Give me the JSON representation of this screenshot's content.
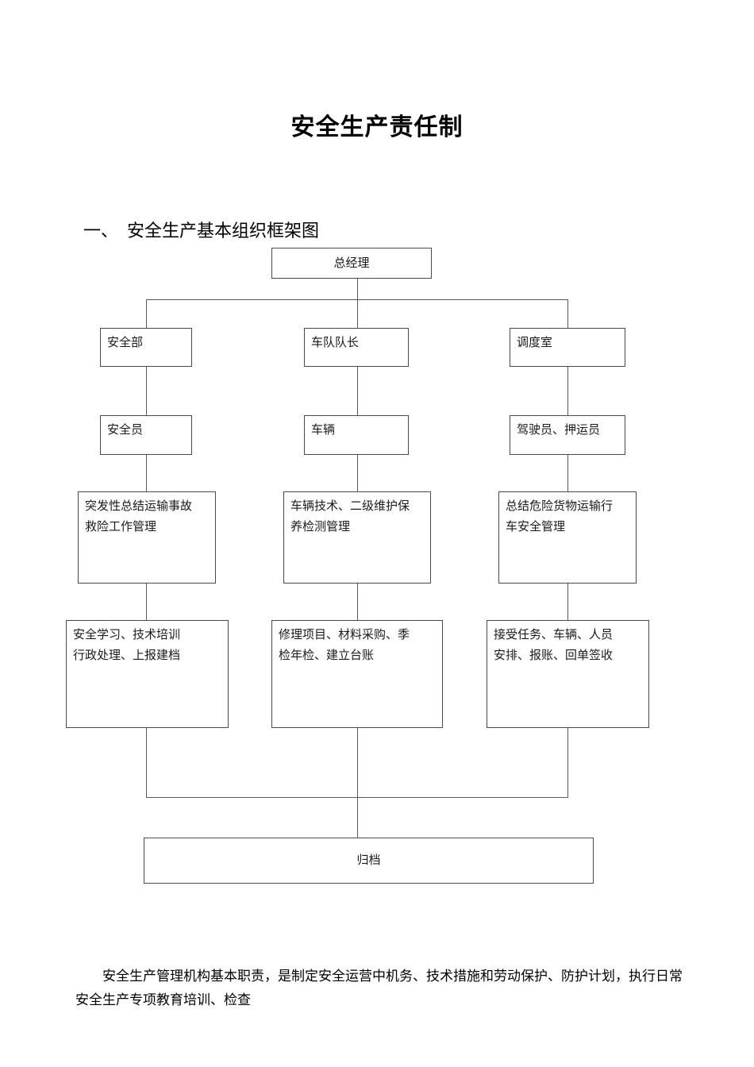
{
  "document": {
    "title": "安全生产责任制",
    "section_heading": "一、  安全生产基本组织框架图",
    "footer_paragraph_line1": "安全生产管理机构基本职责，是制定安全运营中机务、技术措施和劳动保护、防护计",
    "footer_paragraph_line2": "划，执行日常安全生产专项教育培训、检查"
  },
  "org_chart": {
    "root": {
      "label": "总经理"
    },
    "columns": [
      {
        "level2": "安全部",
        "level3": "安全员",
        "level4": "突发性总结运输事故\n救险工作管理",
        "level5": "安全学习、技术培训\n行政处理、上报建档"
      },
      {
        "level2": "车队队长",
        "level3": "车辆",
        "level4": "车辆技术、二级维护保\n养检测管理",
        "level5": "修理项目、材料采购、季\n检年检、建立台账"
      },
      {
        "level2": "调度室",
        "level3": "驾驶员、押运员",
        "level4": "总结危险货物运输行\n车安全管理",
        "level5": "接受任务、车辆、人员\n安排、报账、回单签收"
      }
    ],
    "terminal": {
      "label": "归档"
    }
  },
  "style": {
    "border_color": "#4a4a4a",
    "line_color": "#595959",
    "text_color": "#1a1a1a",
    "page_background": "#ffffff"
  }
}
